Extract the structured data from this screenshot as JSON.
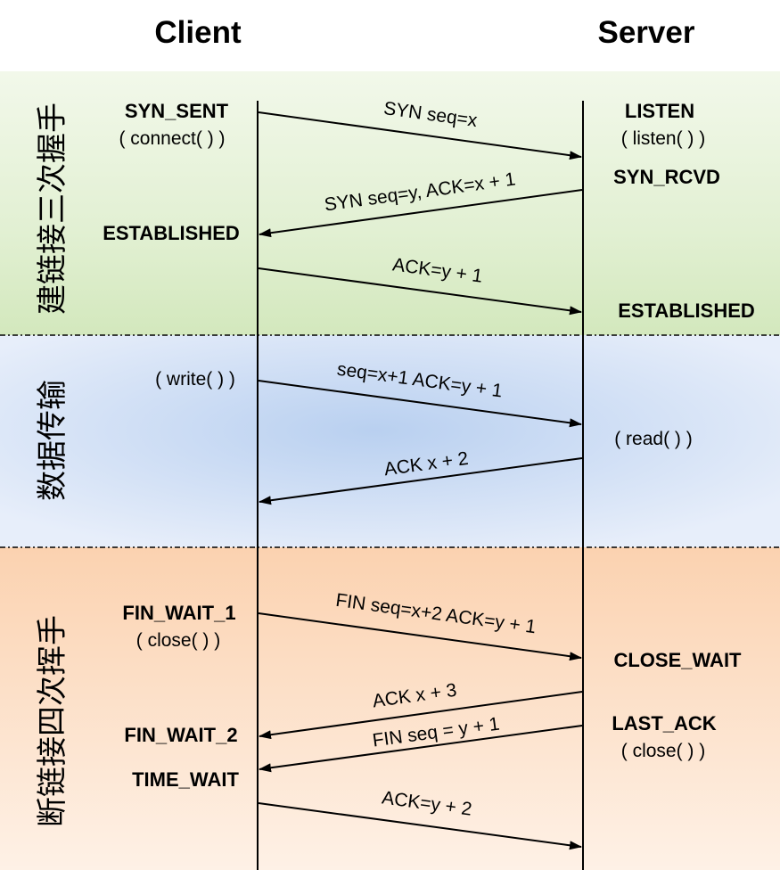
{
  "headers": {
    "client": "Client",
    "server": "Server"
  },
  "phases": [
    {
      "label": "建链接三次握手"
    },
    {
      "label": "数据传输"
    },
    {
      "label": "断链接四次挥手"
    }
  ],
  "client_labels": [
    "SYN_SENT",
    "( connect( ) )",
    "ESTABLISHED",
    "( write( ) )",
    "FIN_WAIT_1",
    "( close( ) )",
    "FIN_WAIT_2",
    "TIME_WAIT"
  ],
  "server_labels": [
    "LISTEN",
    "( listen( ) )",
    "SYN_RCVD",
    "ESTABLISHED",
    "( read( ) )",
    "CLOSE_WAIT",
    "LAST_ACK",
    "( close( ) )"
  ],
  "messages": [
    {
      "text": "SYN seq=x",
      "direction": "to-server"
    },
    {
      "text": "SYN seq=y, ACK=x + 1",
      "direction": "to-client"
    },
    {
      "text": "ACK=y + 1",
      "direction": "to-server"
    },
    {
      "text": "seq=x+1 ACK=y + 1",
      "direction": "to-server"
    },
    {
      "text": "ACK x + 2",
      "direction": "to-client"
    },
    {
      "text": "FIN seq=x+2 ACK=y + 1",
      "direction": "to-server"
    },
    {
      "text": "ACK x + 3",
      "direction": "to-client"
    },
    {
      "text": "FIN seq = y + 1",
      "direction": "to-client"
    },
    {
      "text": "ACK=y + 2",
      "direction": "to-server"
    }
  ],
  "colors": {
    "phase1": "#d8ebc4",
    "phase2": "#c5d9f3",
    "phase3": "#fcd9bd",
    "line": "#000000"
  }
}
